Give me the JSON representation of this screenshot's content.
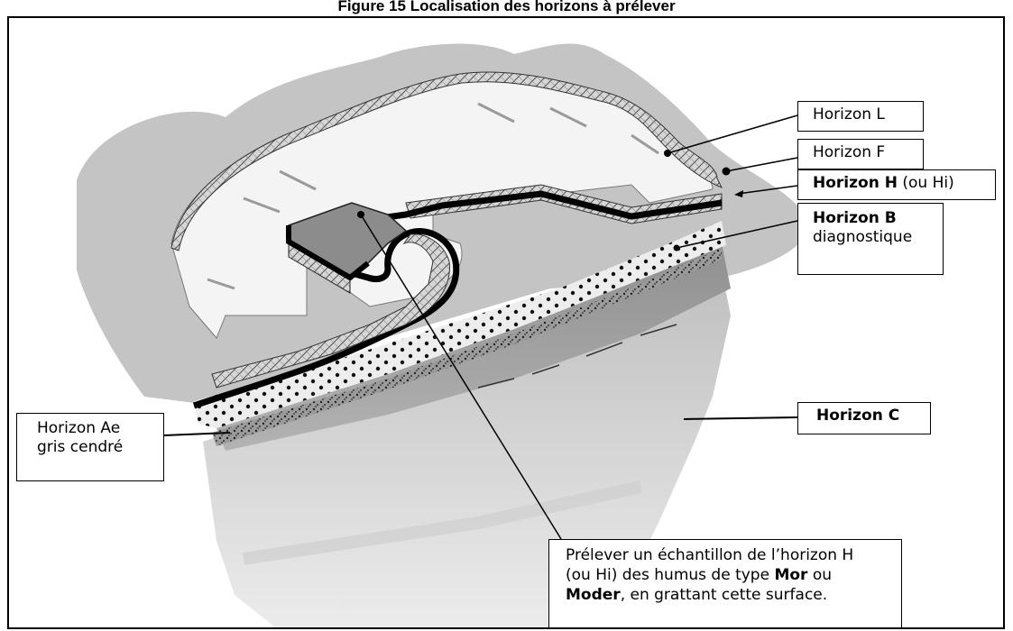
{
  "figure": {
    "title": "Figure 15 Localisation des horizons à prélever"
  },
  "labels": {
    "horizon_l": "Horizon L",
    "horizon_f": "Horizon F",
    "horizon_h_bold": "Horizon H",
    "horizon_h_rest": " (ou Hi)",
    "horizon_b_bold": "Horizon B",
    "horizon_b_rest": "diagnostique",
    "horizon_ae_line1": "Horizon Ae",
    "horizon_ae_line2": "gris cendré",
    "horizon_c": "Horizon C"
  },
  "callout": {
    "line1": "Prélever un échantillon de l’horizon H",
    "line2_start": "(ou Hi) des humus de type ",
    "line2_bold": "Mor",
    "line2_end": " ou",
    "line3_bold": "Moder",
    "line3_end": ", en grattant cette surface."
  }
}
